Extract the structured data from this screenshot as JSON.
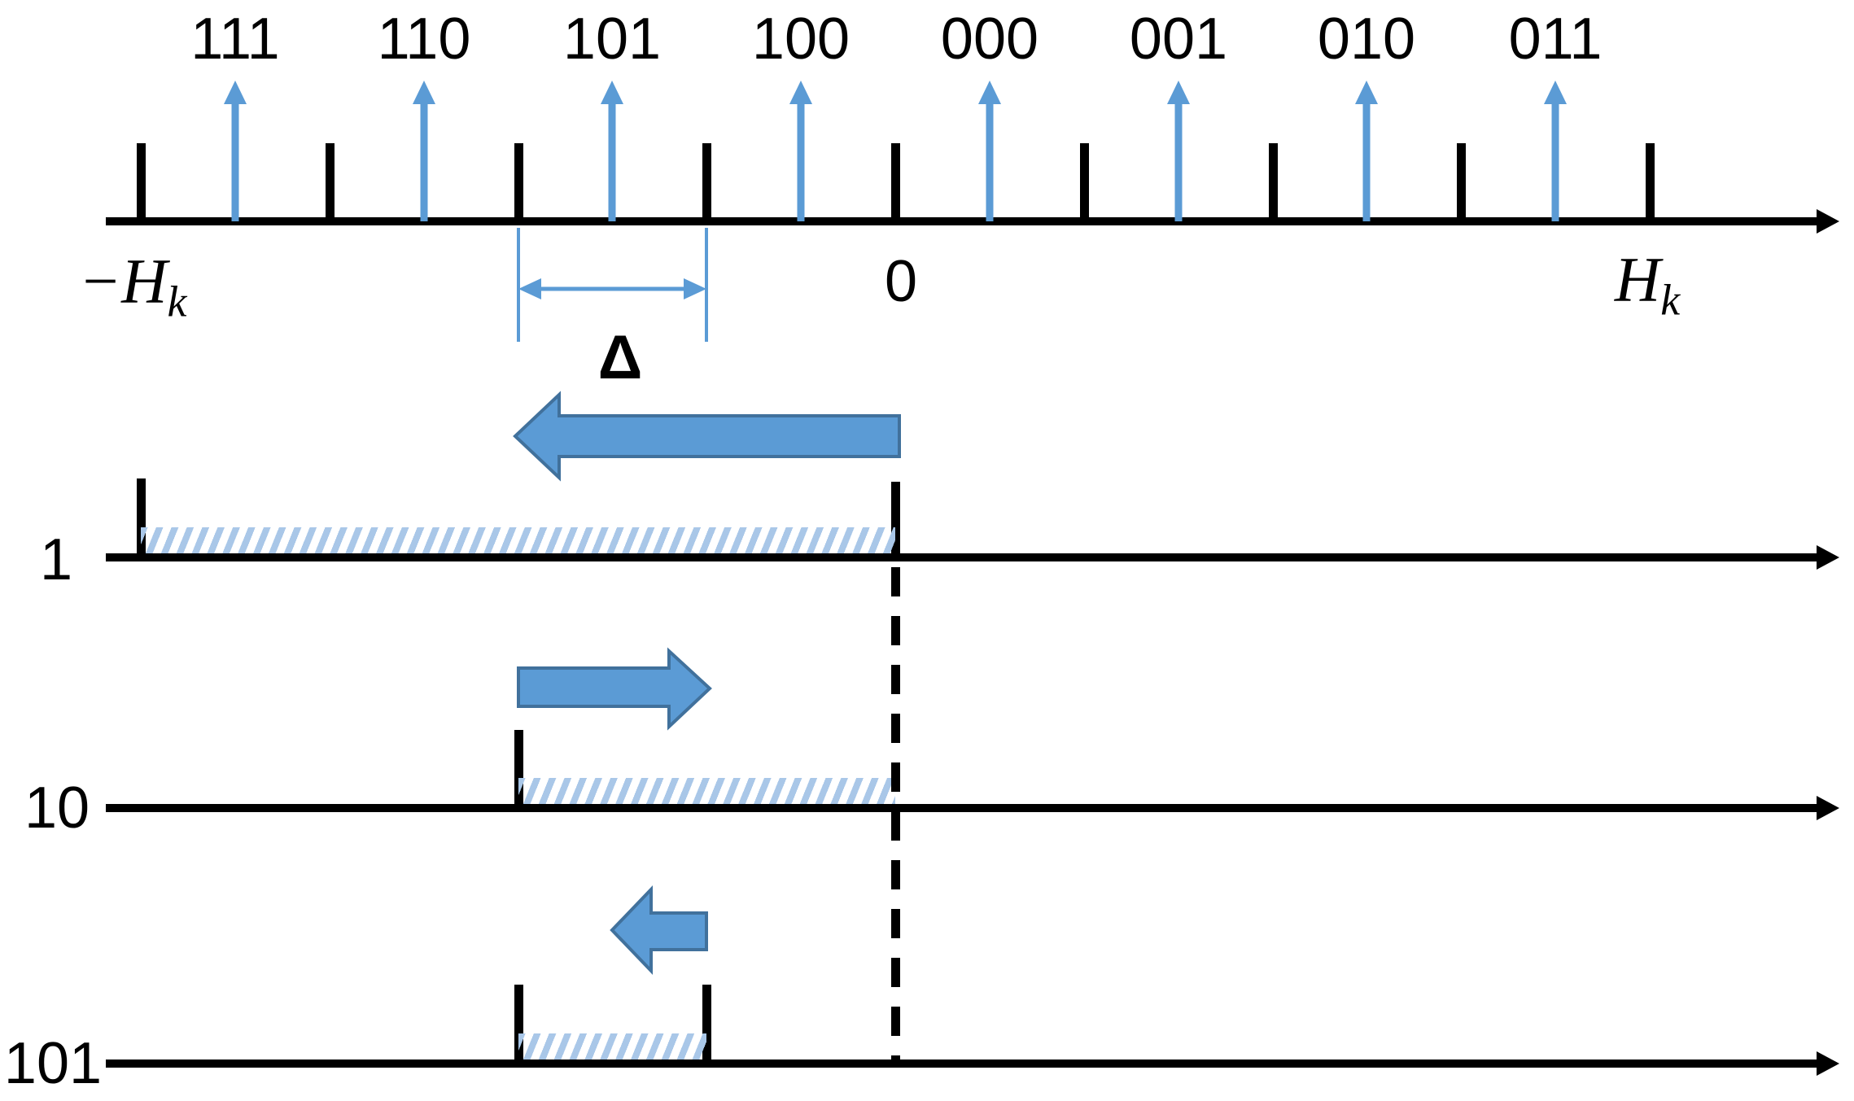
{
  "figure": {
    "top_axis": {
      "code_labels": [
        "111",
        "110",
        "101",
        "100",
        "000",
        "001",
        "010",
        "011"
      ],
      "zero_label": "0",
      "left_end_label": {
        "prefix": "−H",
        "sub": "k"
      },
      "right_end_label": {
        "prefix": "H",
        "sub": "k"
      },
      "delta_label": "Δ"
    },
    "rows": [
      {
        "label": "1"
      },
      {
        "label": "10"
      },
      {
        "label": "101"
      }
    ],
    "colors": {
      "line": "#000000",
      "accent_blue": "#5b9bd5",
      "arrow_fill": "#5b9bd5",
      "arrow_stroke": "#41719c",
      "hatch_stripe": "#a9c7e8"
    }
  }
}
